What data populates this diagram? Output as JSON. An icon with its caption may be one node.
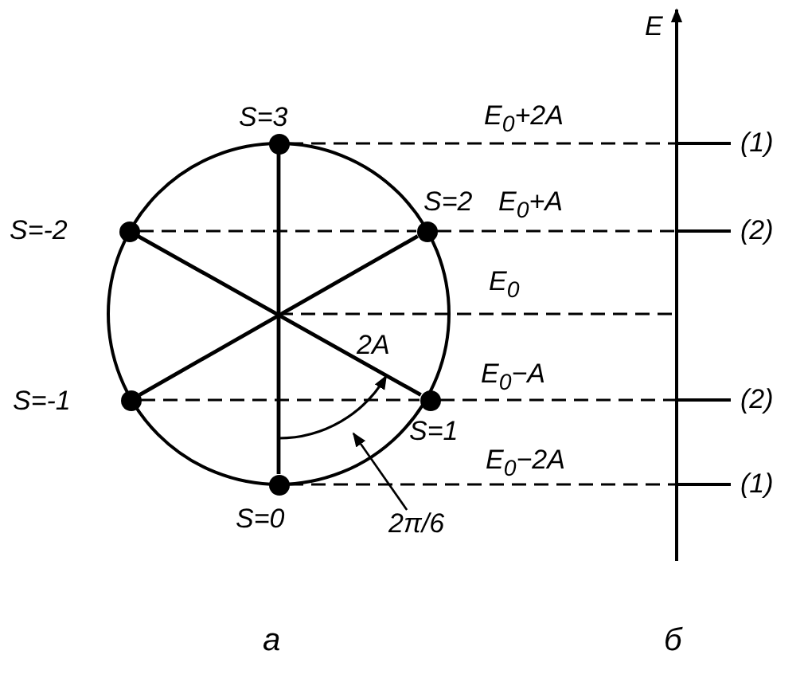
{
  "diagram": {
    "nodes": [
      {
        "text": [],
        "shape": "circle",
        "beside": [
          "S=3"
        ]
      },
      {
        "text": [],
        "shape": "circle",
        "beside": [
          "S=-2"
        ]
      },
      {
        "text": [],
        "shape": "circle",
        "beside": [
          "S=2"
        ]
      },
      {
        "text": [],
        "shape": "circle",
        "beside": [
          "S=-1"
        ]
      },
      {
        "text": [],
        "shape": "circle",
        "beside": [
          "S=1"
        ]
      },
      {
        "text": [],
        "shape": "circle",
        "beside": [
          "S=0"
        ]
      },
      {
        "text": [
          "(1)"
        ]
      },
      {
        "text": [
          "(2)"
        ]
      },
      {
        "text": [
          "(2)"
        ]
      },
      {
        "text": [
          "(1)"
        ]
      },
      {
        "text": [
          "2π/6"
        ]
      }
    ],
    "edges": [
      {
        "from": 0,
        "to": 5,
        "arrow": "none"
      },
      {
        "from": 1,
        "to": 4,
        "arrow": "none"
      },
      {
        "from": 3,
        "to": 2,
        "arrow": "none"
      },
      {
        "from": 0,
        "to": 6,
        "arrow": "none",
        "style": "dashed",
        "label": "E$_{0}$+2A"
      },
      {
        "from": 1,
        "to": 2,
        "arrow": "none",
        "style": "dashed"
      },
      {
        "from": 2,
        "to": 7,
        "arrow": "none",
        "style": "dashed",
        "label": "E$_{0}$+A"
      },
      {
        "from": 3,
        "to": 4,
        "arrow": "none",
        "style": "dashed"
      },
      {
        "from": 4,
        "to": 8,
        "arrow": "none",
        "style": "dashed",
        "label": "E$_{0}$−A"
      },
      {
        "from": 5,
        "to": 9,
        "arrow": "none",
        "style": "dashed",
        "label": "E$_{0}$−2A"
      },
      {
        "from": 10,
        "to": null,
        "arrow": "to"
      }
    ],
    "labels": [
      "E",
      "E$_{0}$",
      "2A",
      "а",
      "б"
    ]
  }
}
